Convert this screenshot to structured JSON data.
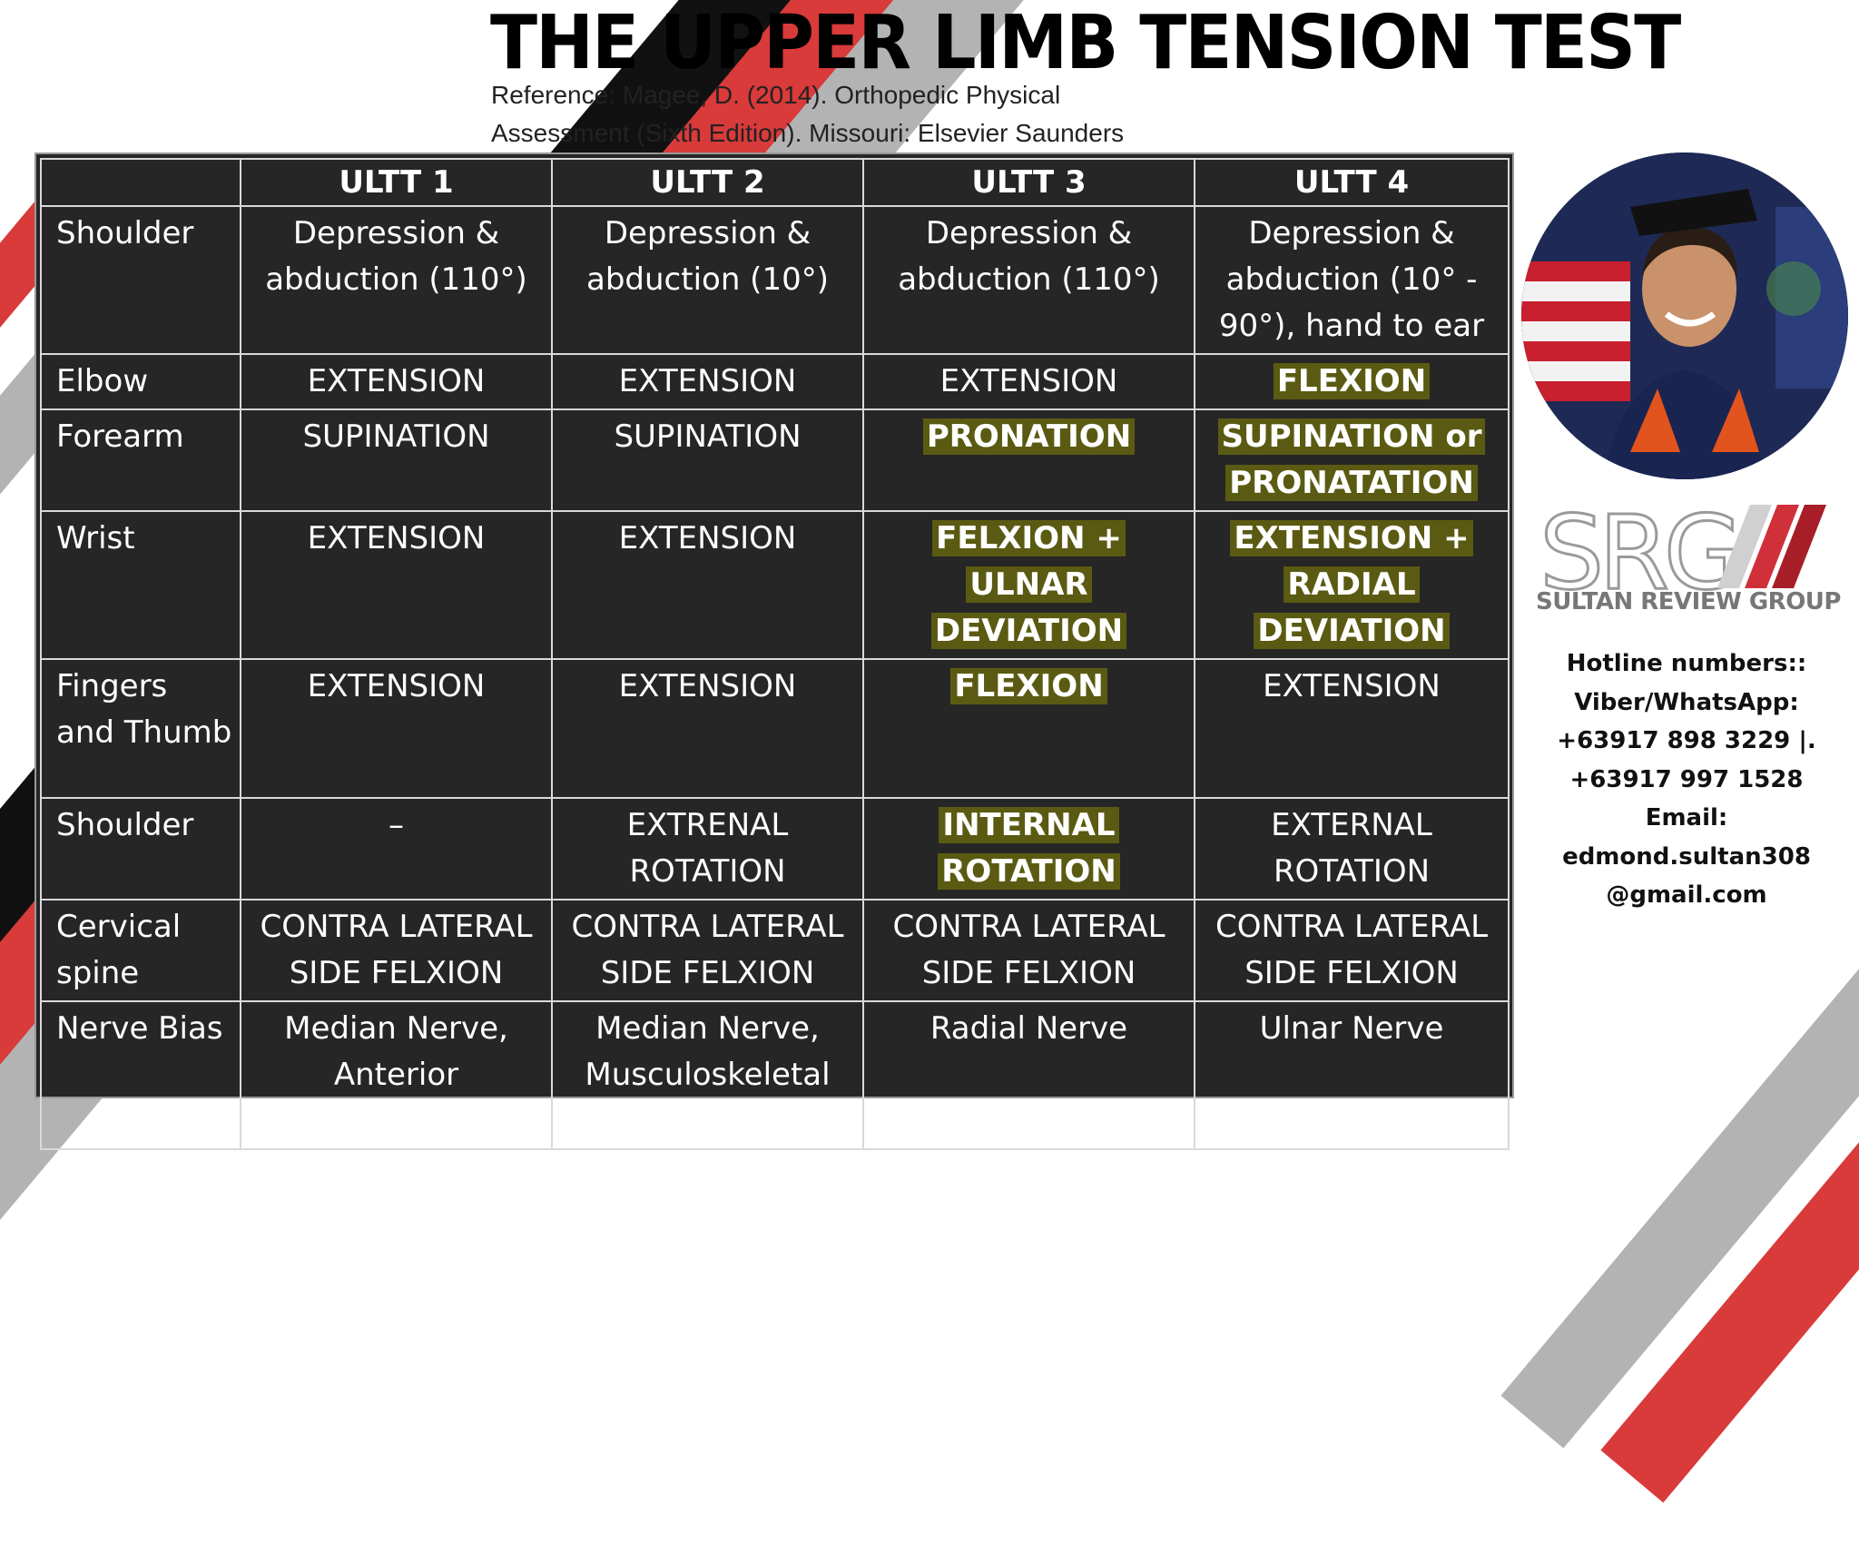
{
  "title": "THE UPPER LIMB TENSION TEST",
  "reference": {
    "line1": "Reference:  Magee, D. (2014). Orthopedic Physical",
    "line2": "Assessment (Sixth Edition). Missouri: Elsevier Saunders"
  },
  "colors": {
    "stripe_red": "#d93a3a",
    "stripe_gray": "#b3b3b3",
    "stripe_black": "#111111",
    "table_bg": "#262626",
    "highlight_bg": "#5b5a12",
    "logo_red": "#b3202a"
  },
  "table": {
    "headers": [
      "",
      "ULTT 1",
      "ULTT 2",
      "ULTT 3",
      "ULTT 4"
    ],
    "rows": [
      {
        "label": "Shoulder",
        "cells": [
          {
            "text": "Depression & abduction (110°)",
            "hl": false
          },
          {
            "text": "Depression & abduction (10°)",
            "hl": false
          },
          {
            "text": "Depression & abduction (110°)",
            "hl": false
          },
          {
            "text": "Depression & abduction (10° - 90°), hand to ear",
            "hl": false
          }
        ]
      },
      {
        "label": "Elbow",
        "cells": [
          {
            "text": "EXTENSION",
            "hl": false
          },
          {
            "text": "EXTENSION",
            "hl": false
          },
          {
            "text": "EXTENSION",
            "hl": false
          },
          {
            "text": "FLEXION",
            "hl": true
          }
        ]
      },
      {
        "label": "Forearm",
        "cells": [
          {
            "text": "SUPINATION",
            "hl": false
          },
          {
            "text": "SUPINATION",
            "hl": false
          },
          {
            "text": "PRONATION",
            "hl": true
          },
          {
            "text": "SUPINATION or PRONATATION",
            "hl": true
          }
        ]
      },
      {
        "label": "Wrist",
        "cells": [
          {
            "text": "EXTENSION",
            "hl": false
          },
          {
            "text": "EXTENSION",
            "hl": false
          },
          {
            "text": "FELXION + ULNAR DEVIATION",
            "hl": true
          },
          {
            "text": "EXTENSION + RADIAL DEVIATION",
            "hl": true
          }
        ]
      },
      {
        "label": "Fingers and Thumb",
        "cells": [
          {
            "text": "EXTENSION",
            "hl": false
          },
          {
            "text": "EXTENSION",
            "hl": false
          },
          {
            "text": "FLEXION",
            "hl": true
          },
          {
            "text": "EXTENSION",
            "hl": false
          }
        ]
      },
      {
        "label": "Shoulder",
        "cells": [
          {
            "text": "–",
            "hl": false
          },
          {
            "text": "EXTRENAL ROTATION",
            "hl": false
          },
          {
            "text": "INTERNAL ROTATION",
            "hl": true
          },
          {
            "text": "EXTERNAL ROTATION",
            "hl": false
          }
        ]
      },
      {
        "label": "Cervical spine",
        "cells": [
          {
            "text": "CONTRA LATERAL SIDE FELXION",
            "hl": false
          },
          {
            "text": "CONTRA LATERAL SIDE FELXION",
            "hl": false
          },
          {
            "text": "CONTRA LATERAL SIDE FELXION",
            "hl": false
          },
          {
            "text": "CONTRA LATERAL SIDE FELXION",
            "hl": false
          }
        ]
      },
      {
        "label": "Nerve Bias",
        "cells": [
          {
            "text": "Median Nerve, Anterior Interosseus Nerve",
            "hl": false
          },
          {
            "text": "Median Nerve, Musculoskeletal Nerve",
            "hl": false
          },
          {
            "text": "Radial Nerve",
            "hl": false
          },
          {
            "text": "Ulnar Nerve",
            "hl": false
          }
        ]
      }
    ]
  },
  "logo": {
    "mark": "SRG",
    "name": "SULTAN REVIEW GROUP"
  },
  "contact": {
    "lines": [
      "Hotline numbers::",
      "Viber/WhatsApp:",
      "+63917 898 3229  |.",
      "+63917 997 1528",
      "Email:",
      "edmond.sultan308",
      "@gmail.com"
    ]
  }
}
